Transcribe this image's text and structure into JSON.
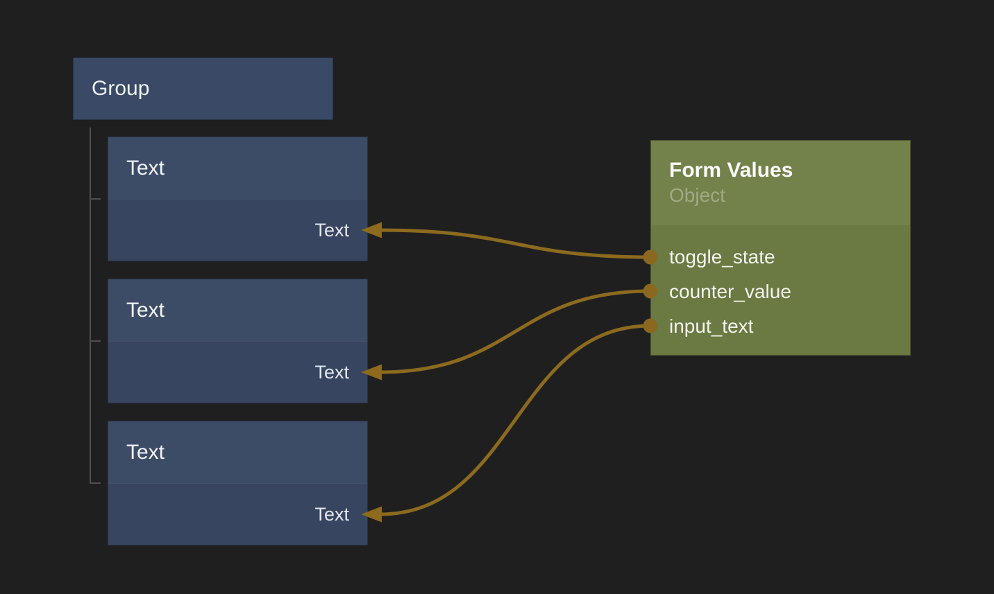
{
  "canvas": {
    "background": "#1f1f20"
  },
  "colors": {
    "group_fill": "#3a4a66",
    "text_node_header": "#3d4c66",
    "text_node_body": "#374561",
    "form_node_header": "#73814a",
    "form_node_body": "#6b7942",
    "wire": "#8c6a1e",
    "port_dot": "#8a681f",
    "tree_line": "#4e4e4e"
  },
  "group_node": {
    "title": "Group"
  },
  "text_nodes": [
    {
      "title": "Text",
      "input_port": "Text"
    },
    {
      "title": "Text",
      "input_port": "Text"
    },
    {
      "title": "Text",
      "input_port": "Text"
    }
  ],
  "form_node": {
    "title": "Form Values",
    "subtitle": "Object",
    "output_ports": [
      "toggle_state",
      "counter_value",
      "input_text"
    ]
  },
  "connections": [
    {
      "from": "toggle_state",
      "to": "text-node-1-input"
    },
    {
      "from": "counter_value",
      "to": "text-node-2-input"
    },
    {
      "from": "input_text",
      "to": "text-node-3-input"
    }
  ]
}
